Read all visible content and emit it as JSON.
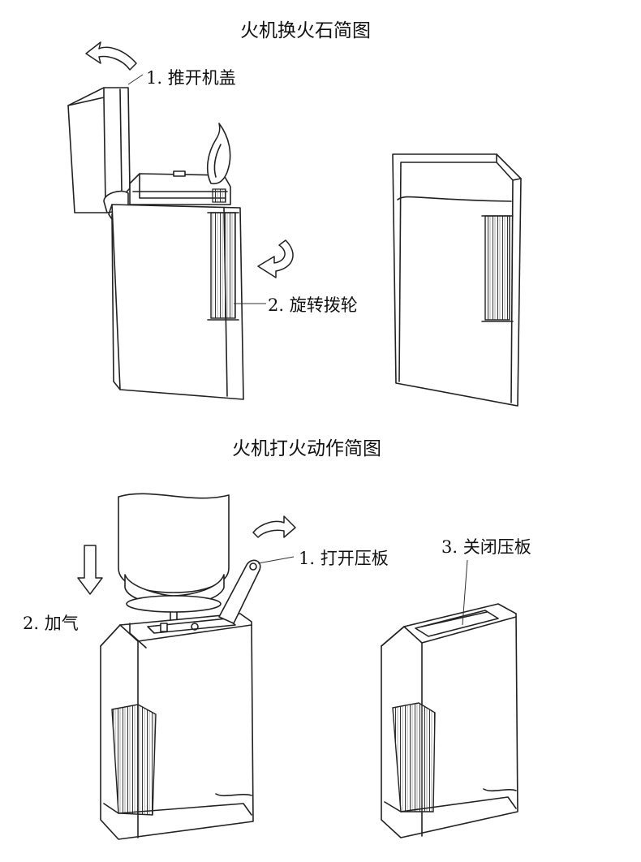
{
  "titles": {
    "flint_change": "火机换火石简图",
    "refill": "火机打火动作简图"
  },
  "labels": {
    "open_lid": "1. 推开机盖",
    "rotate_wheel": "2. 旋转拨轮",
    "gas_can": "气瓶",
    "open_plate": "1. 打开压板",
    "add_gas": "2. 加气",
    "close_plate": "3. 关闭压板"
  }
}
